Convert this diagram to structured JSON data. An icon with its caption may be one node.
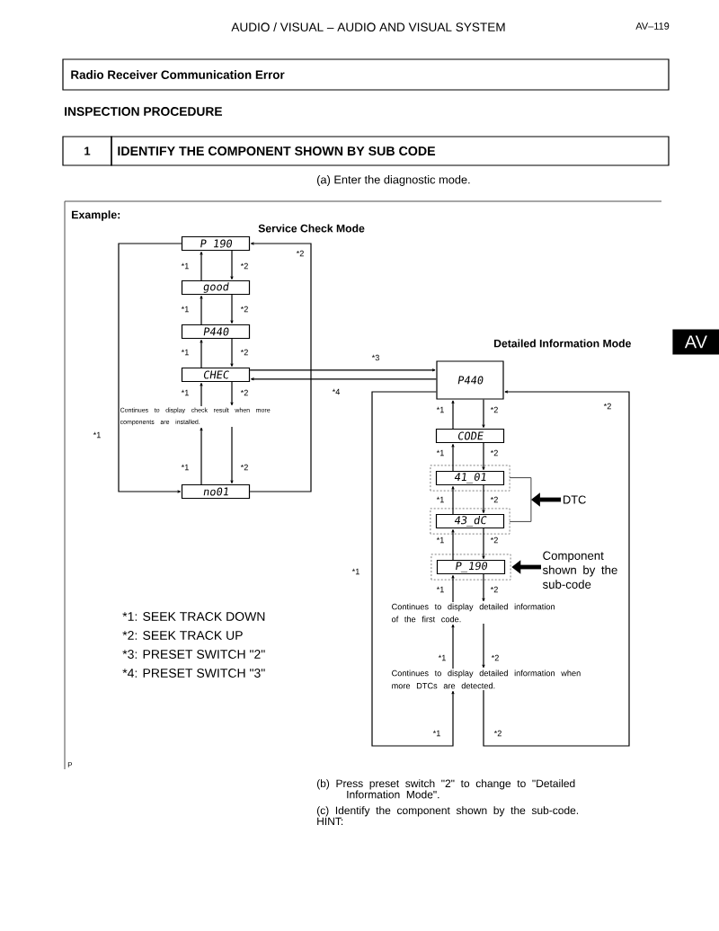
{
  "diagram": {
    "title": "Radio Receiver Communication Error",
    "nodes": [
      {
        "text": [
          "P 190"
        ]
      },
      {
        "text": [
          "good"
        ]
      },
      {
        "text": [
          "P440"
        ]
      },
      {
        "text": [
          "CHEC"
        ]
      },
      {
        "text": [
          "Continues to display check result when more components are installed."
        ]
      },
      {
        "text": [
          "no01"
        ]
      },
      {
        "text": [
          "P440"
        ]
      },
      {
        "text": [
          "CODE"
        ]
      },
      {
        "text": [
          "41_01"
        ]
      },
      {
        "text": [
          "43_dC"
        ]
      },
      {
        "text": [
          "DTC"
        ]
      },
      {
        "text": [
          "P_190"
        ]
      },
      {
        "text": [
          "Component shown by the sub-code"
        ]
      },
      {
        "text": [
          "Continues to display detailed information of the first code."
        ]
      },
      {
        "text": [
          "Continues to display detailed information when more DTCs are detected."
        ]
      },
      {
        "text": [],
        "shape": "bracket"
      }
    ],
    "edges": [
      {
        "from": 1,
        "to": 0,
        "arrow": "to",
        "label": "*1"
      },
      {
        "from": 0,
        "to": 1,
        "arrow": "to",
        "label": "*2"
      },
      {
        "from": 2,
        "to": 1,
        "arrow": "to",
        "label": "*1"
      },
      {
        "from": 1,
        "to": 2,
        "arrow": "to",
        "label": "*2"
      },
      {
        "from": 3,
        "to": 2,
        "arrow": "to",
        "label": "*1"
      },
      {
        "from": 2,
        "to": 3,
        "arrow": "to",
        "label": "*2"
      },
      {
        "from": 4,
        "to": 3,
        "arrow": "to",
        "label": "*1"
      },
      {
        "from": 3,
        "to": 4,
        "arrow": "to",
        "label": "*2"
      },
      {
        "from": 5,
        "to": 4,
        "arrow": "to",
        "label": "*1"
      },
      {
        "from": 4,
        "to": 5,
        "arrow": "to",
        "label": "*2"
      },
      {
        "from": 0,
        "to": 5,
        "arrow": "to",
        "label": "*1"
      },
      {
        "from": 5,
        "to": 0,
        "arrow": "to",
        "label": "*2"
      },
      {
        "from": 3,
        "to": 6,
        "arrow": "to",
        "label": "*3"
      },
      {
        "from": 6,
        "to": 3,
        "arrow": "to",
        "label": "*4"
      },
      {
        "from": 7,
        "to": 6,
        "arrow": "to",
        "label": "*1"
      },
      {
        "from": 6,
        "to": 7,
        "arrow": "to",
        "label": "*2"
      },
      {
        "from": 8,
        "to": 7,
        "arrow": "to",
        "label": "*1"
      },
      {
        "from": 7,
        "to": 8,
        "arrow": "to",
        "label": "*2"
      },
      {
        "from": 9,
        "to": 8,
        "arrow": "to",
        "label": "*1"
      },
      {
        "from": 8,
        "to": 9,
        "arrow": "to",
        "label": "*2"
      },
      {
        "from": 11,
        "to": 9,
        "arrow": "to",
        "label": "*1"
      },
      {
        "from": 9,
        "to": 11,
        "arrow": "to",
        "label": "*2"
      },
      {
        "from": 13,
        "to": 11,
        "arrow": "to",
        "label": "*1"
      },
      {
        "from": 11,
        "to": 13,
        "arrow": "to",
        "label": "*2"
      },
      {
        "from": 14,
        "to": 13,
        "arrow": "to",
        "label": "*1"
      },
      {
        "from": 13,
        "to": 14,
        "arrow": "to",
        "label": "*2"
      },
      {
        "from": 6,
        "to": 14,
        "arrow": "to",
        "label": "*1"
      },
      {
        "from": 14,
        "to": 6,
        "arrow": "to",
        "label": "*2"
      },
      {
        "from": 10,
        "to": 15,
        "arrow": "to",
        "style": "thick"
      },
      {
        "from": 12,
        "to": 11,
        "arrow": "to",
        "style": "thick"
      }
    ],
    "labels": [
      "AUDIO / VISUAL – AUDIO AND VISUAL SYSTEM",
      "AV–119",
      "INSPECTION PROCEDURE",
      "1",
      "IDENTIFY THE COMPONENT SHOWN BY SUB CODE",
      "(a) Enter the diagnostic mode.",
      "Example:",
      "Service Check Mode",
      "AV",
      "Detailed Information Mode",
      "*2",
      "*1",
      "*1: SEEK TRACK DOWN",
      "*2: SEEK TRACK UP",
      "*3: PRESET SWITCH \"2\"",
      "*4: PRESET SWITCH \"3\"",
      "P",
      "(b) Press preset switch \"2\" to change to \"Detailed Information Mode\".",
      "(c) Identify the component shown by the sub-code.",
      "HINT:"
    ]
  }
}
